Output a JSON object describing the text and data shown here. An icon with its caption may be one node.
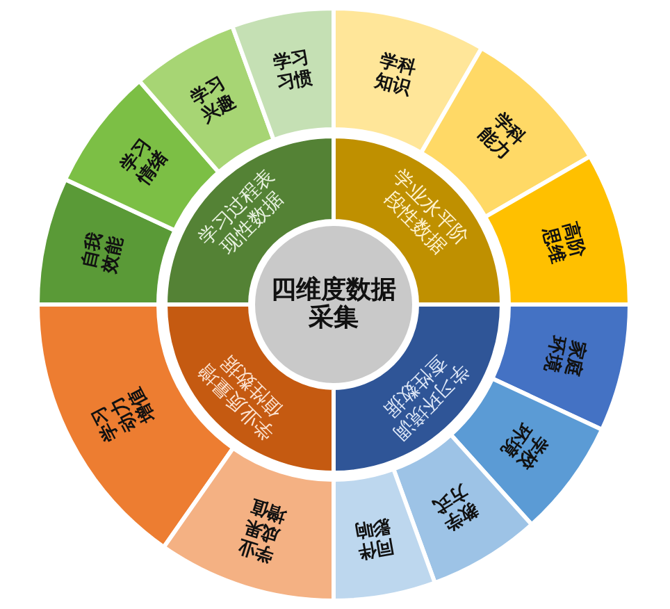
{
  "diagram": {
    "nodes": [
      {
        "text": [
          "四维度数据采集"
        ]
      },
      {
        "text": [
          "学习过程表现性数据"
        ]
      },
      {
        "text": [
          "学业水平阶段性数据"
        ]
      },
      {
        "text": [
          "学习环境调查性数据"
        ]
      },
      {
        "text": [
          "学业质量增值性数据"
        ]
      },
      {
        "text": [
          "自我效能"
        ]
      },
      {
        "text": [
          "学习情绪"
        ]
      },
      {
        "text": [
          "学习兴趣"
        ]
      },
      {
        "text": [
          "学习习惯"
        ]
      },
      {
        "text": [
          "学科知识"
        ]
      },
      {
        "text": [
          "学科能力"
        ]
      },
      {
        "text": [
          "高阶思维"
        ]
      },
      {
        "text": [
          "家庭环境"
        ]
      },
      {
        "text": [
          "学校环境"
        ]
      },
      {
        "text": [
          "教学方式"
        ]
      },
      {
        "text": [
          "同伴影响"
        ]
      },
      {
        "text": [
          "学习动力增值"
        ]
      },
      {
        "text": [
          "学业成果增值"
        ]
      }
    ]
  }
}
